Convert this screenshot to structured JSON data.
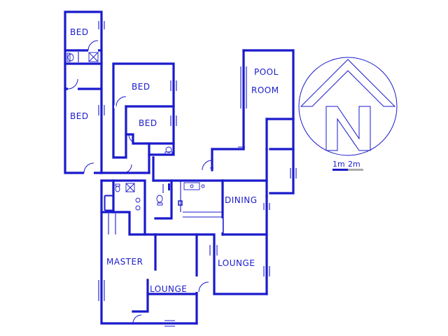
{
  "colors": {
    "wall": "#1a1acc",
    "background": "#ffffff",
    "scale_gray": "#aaaaaa"
  },
  "rooms": {
    "bed_1": "BED",
    "bed_2": "BED",
    "bed_3": "BED",
    "bed_4": "BED",
    "pool_room_line1": "POOL",
    "pool_room_line2": "ROOM",
    "dining": "DINING",
    "lounge_main": "LOUNGE",
    "master": "MASTER",
    "lounge_small": "LOUNGE"
  },
  "scale": {
    "label_1": "1m",
    "label_2": "2m"
  },
  "north_arrow": {
    "icon": "north-arrow-icon",
    "letter": "N"
  }
}
